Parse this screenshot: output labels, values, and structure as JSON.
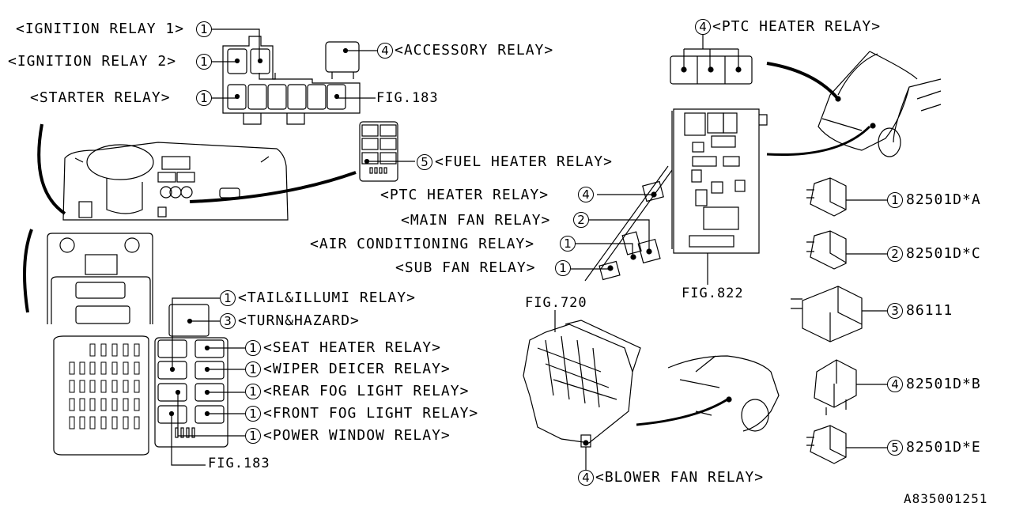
{
  "diagram": {
    "id_code": "A835001251",
    "callouts": {
      "ignition_relay_1": {
        "num": "1",
        "label": "<IGNITION RELAY 1>"
      },
      "ignition_relay_2": {
        "num": "1",
        "label": "<IGNITION RELAY 2>"
      },
      "starter_relay": {
        "num": "1",
        "label": "<STARTER RELAY>"
      },
      "accessory_relay": {
        "num": "4",
        "label": "<ACCESSORY RELAY>"
      },
      "fig_183_top": {
        "label": "FIG.183"
      },
      "ptc_heater_relay_top": {
        "num": "4",
        "label": "<PTC HEATER RELAY>"
      },
      "fuel_heater_relay": {
        "num": "5",
        "label": "<FUEL HEATER RELAY>"
      },
      "ptc_heater_relay_mid": {
        "num": "4",
        "label": "<PTC HEATER RELAY>"
      },
      "main_fan_relay": {
        "num": "2",
        "label": "<MAIN FAN RELAY>"
      },
      "air_conditioning_relay": {
        "num": "1",
        "label": "<AIR CONDITIONING RELAY>"
      },
      "sub_fan_relay": {
        "num": "1",
        "label": "<SUB FAN RELAY>"
      },
      "fig_822": {
        "label": "FIG.822"
      },
      "tail_illumi_relay": {
        "num": "1",
        "label": "<TAIL&ILLUMI RELAY>"
      },
      "turn_hazard": {
        "num": "3",
        "label": "<TURN&HAZARD>"
      },
      "seat_heater_relay": {
        "num": "1",
        "label": "<SEAT HEATER RELAY>"
      },
      "wiper_deicer_relay": {
        "num": "1",
        "label": "<WIPER DEICER RELAY>"
      },
      "rear_fog_light_relay": {
        "num": "1",
        "label": "<REAR FOG LIGHT RELAY>"
      },
      "front_fog_light_relay": {
        "num": "1",
        "label": "<FRONT FOG LIGHT RELAY>"
      },
      "power_window_relay": {
        "num": "1",
        "label": "<POWER WINDOW RELAY>"
      },
      "fig_183_bottom": {
        "label": "FIG.183"
      },
      "fig_720": {
        "label": "FIG.720"
      },
      "blower_fan_relay": {
        "num": "4",
        "label": "<BLOWER FAN RELAY>"
      }
    },
    "parts": [
      {
        "num": "1",
        "part_number": "82501D*A"
      },
      {
        "num": "2",
        "part_number": "82501D*C"
      },
      {
        "num": "3",
        "part_number": "86111"
      },
      {
        "num": "4",
        "part_number": "82501D*B"
      },
      {
        "num": "5",
        "part_number": "82501D*E"
      }
    ]
  }
}
